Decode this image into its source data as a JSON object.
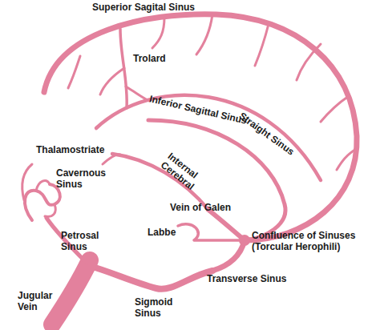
{
  "diagram": {
    "labels": [
      "Superior Sagital Sinus",
      "Trolard",
      "Inferior Sagittal Sinus",
      "Straight Sinus",
      "Thalamostriate",
      "Internal Cerebral",
      "Cavernous Sinus",
      "Vein of Galen",
      "Labbe",
      "Petrosal Sinus",
      "Confluence of Sinuses (Torcular Herophili)",
      "Transverse Sinus",
      "Jugular Vein",
      "Sigmoid Sinus"
    ]
  }
}
